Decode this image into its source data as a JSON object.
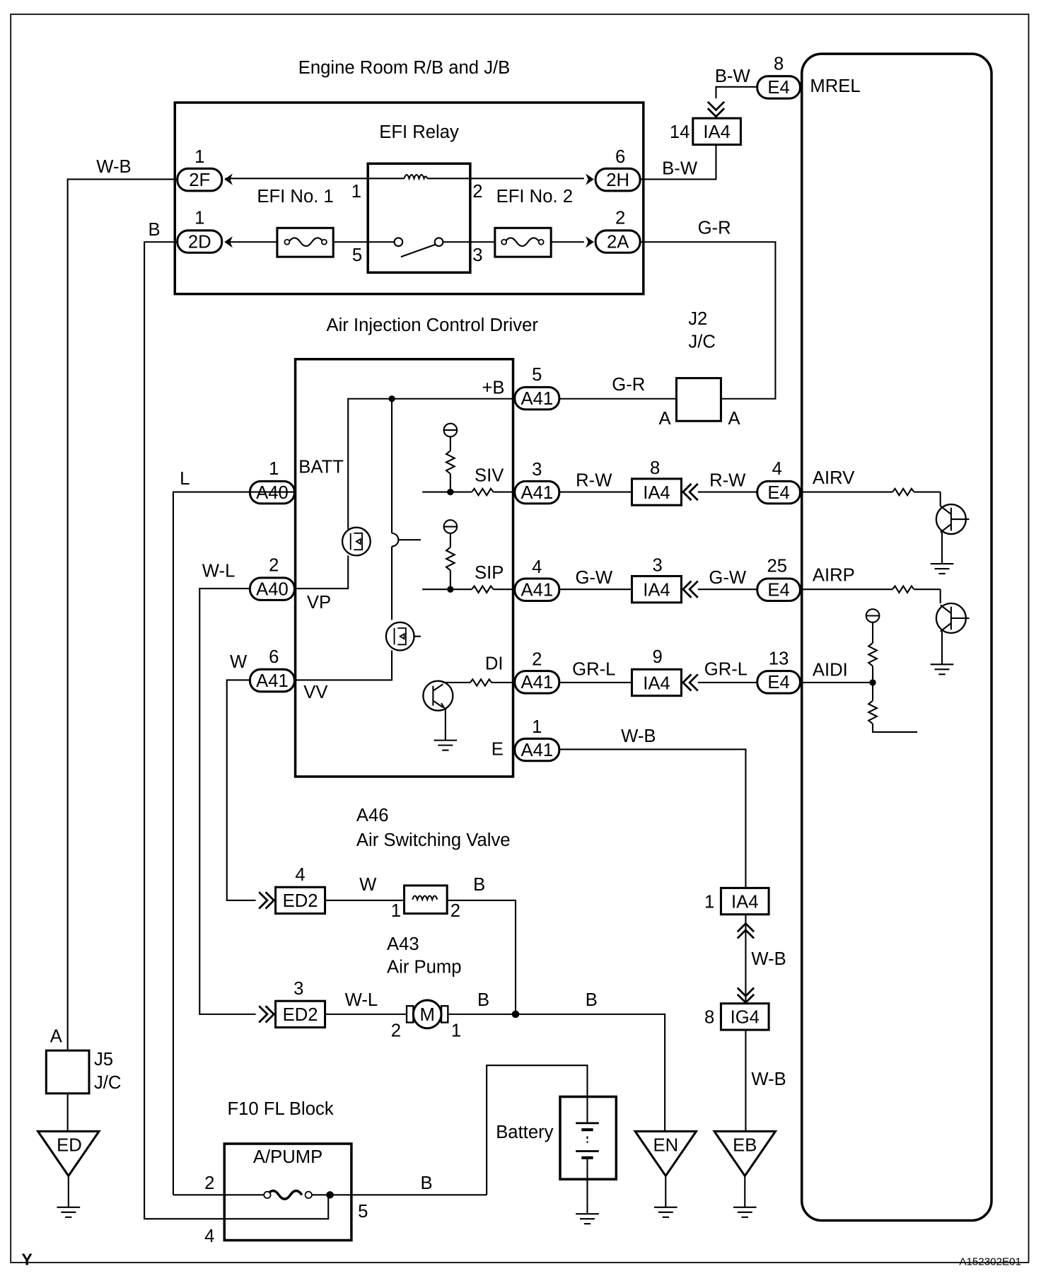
{
  "titles": {
    "engine_room": "Engine Room R/B and J/B",
    "efi_relay": "EFI Relay",
    "efi_no1": "EFI No. 1",
    "efi_no2": "EFI No. 2",
    "aicd": "Air Injection Control Driver",
    "j2_id": "J2",
    "j2_jc": "J/C",
    "a46_id": "A46",
    "a46_name": "Air Switching Valve",
    "a43_id": "A43",
    "a43_name": "Air Pump",
    "j5_id": "J5",
    "j5_jc": "J/C",
    "f10": "F10 FL Block",
    "fl_apump": "A/PUMP",
    "battery": "Battery"
  },
  "connectors": {
    "2F": "2F",
    "2D": "2D",
    "2H": "2H",
    "2A": "2A",
    "E4": "E4",
    "IA4": "IA4",
    "A41": "A41",
    "A40": "A40",
    "ED2": "ED2",
    "IG4": "IG4"
  },
  "pins": {
    "p2f": "1",
    "p2d": "1",
    "p2h": "6",
    "p2a": "2",
    "relay_1": "1",
    "relay_2": "2",
    "relay_5": "5",
    "relay_3": "3",
    "e4_mrel": "8",
    "ia4_top": "14",
    "a41_b": "5",
    "a41_siv": "3",
    "a41_sip": "4",
    "a41_di": "2",
    "a41_e": "1",
    "a40_batt": "1",
    "a40_vp": "2",
    "a41_vv": "6",
    "ia4_siv": "8",
    "ia4_sip": "3",
    "ia4_di": "9",
    "e4_airv": "4",
    "e4_airp": "25",
    "e4_aidi": "13",
    "ed2_w": "4",
    "ed2_wl": "3",
    "valve_1": "1",
    "valve_2": "2",
    "pump_2": "2",
    "pump_1": "1",
    "ia4_bottom": "1",
    "ig4": "8",
    "fl_2": "2",
    "fl_4": "4",
    "fl_5": "5",
    "jc_a_left": "A",
    "jc_a_right": "A",
    "j5_a": "A"
  },
  "wires": {
    "wb": "W-B",
    "b": "B",
    "bw": "B-W",
    "gr": "G-R",
    "l": "L",
    "wl": "W-L",
    "w": "W",
    "rw": "R-W",
    "gw": "G-W",
    "grl": "GR-L"
  },
  "terminals": {
    "mrel": "MREL",
    "airv": "AIRV",
    "airp": "AIRP",
    "aidi": "AIDI",
    "plus_b": "+B",
    "batt": "BATT",
    "vp": "VP",
    "vv": "VV",
    "siv": "SIV",
    "sip": "SIP",
    "di": "DI",
    "e": "E"
  },
  "grounds": {
    "ed": "ED",
    "en": "EN",
    "eb": "EB"
  },
  "footer": {
    "code": "A152302E01",
    "corner": "Y"
  }
}
